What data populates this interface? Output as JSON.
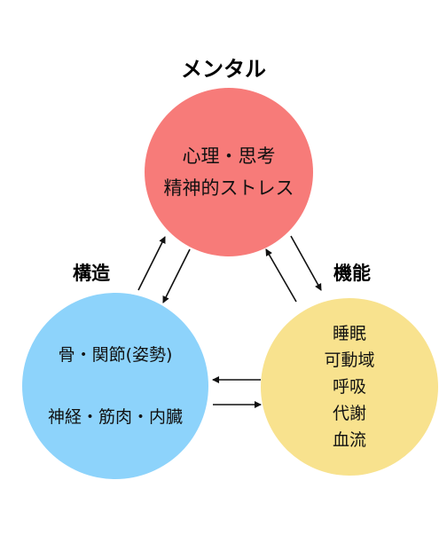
{
  "diagram": {
    "mental": {
      "title": "メンタル",
      "lines": [
        "心理・思考",
        "精神的ストレス"
      ],
      "color": "#f77b79"
    },
    "structure": {
      "title": "構造",
      "lines": [
        "骨・関節(姿勢)",
        "神経・筋肉・内臓"
      ],
      "color": "#8dd3fb"
    },
    "function": {
      "title": "機能",
      "lines": [
        "睡眠",
        "可動域",
        "呼吸",
        "代謝",
        "血流"
      ],
      "color": "#f8e28e"
    },
    "arrow_color": "#111111"
  }
}
